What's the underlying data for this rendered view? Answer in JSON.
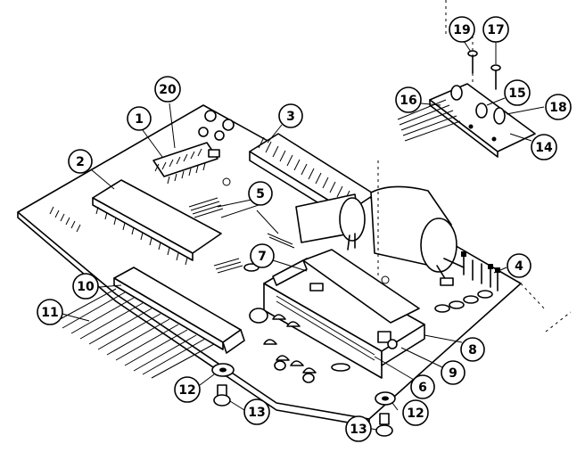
{
  "callouts": [
    {
      "id": "c1",
      "label": "1"
    },
    {
      "id": "c2",
      "label": "2"
    },
    {
      "id": "c3",
      "label": "3"
    },
    {
      "id": "c4",
      "label": "4"
    },
    {
      "id": "c5",
      "label": "5"
    },
    {
      "id": "c6",
      "label": "6"
    },
    {
      "id": "c7",
      "label": "7"
    },
    {
      "id": "c8",
      "label": "8"
    },
    {
      "id": "c9",
      "label": "9"
    },
    {
      "id": "c10",
      "label": "10"
    },
    {
      "id": "c11",
      "label": "11"
    },
    {
      "id": "c12a",
      "label": "12"
    },
    {
      "id": "c12b",
      "label": "12"
    },
    {
      "id": "c13a",
      "label": "13"
    },
    {
      "id": "c13b",
      "label": "13"
    },
    {
      "id": "c14",
      "label": "14"
    },
    {
      "id": "c15",
      "label": "15"
    },
    {
      "id": "c16",
      "label": "16"
    },
    {
      "id": "c17",
      "label": "17"
    },
    {
      "id": "c18",
      "label": "18"
    },
    {
      "id": "c19",
      "label": "19"
    },
    {
      "id": "c20",
      "label": "20"
    }
  ],
  "colors": {
    "ink": "#000000",
    "paper": "#ffffff"
  }
}
